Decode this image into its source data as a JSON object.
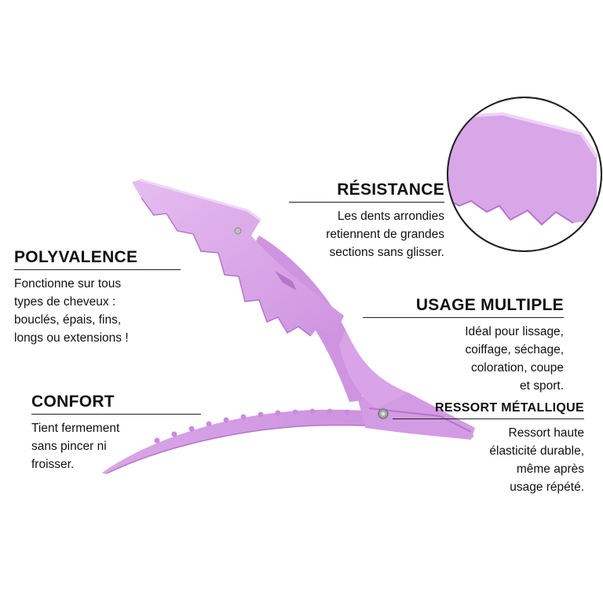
{
  "colors": {
    "clip_main": "#d79fe6",
    "clip_light": "#e9c3f2",
    "clip_dark": "#b576c9",
    "text": "#111111"
  },
  "icons": [
    "hair-clip-illustration",
    "magnifier-circle-icon"
  ],
  "resistance": {
    "title": "RÉSISTANCE",
    "lines": [
      "Les dents arrondies",
      "retiennent de grandes",
      "sections sans glisser."
    ]
  },
  "polyvalence": {
    "title": "POLYVALENCE",
    "lines": [
      "Fonctionne sur tous",
      "types de cheveux :",
      "bouclés, épais, fins,",
      "longs ou extensions !"
    ]
  },
  "usage": {
    "title": "USAGE MULTIPLE",
    "lines": [
      "Idéal pour lissage,",
      "coiffage, séchage,",
      "coloration, coupe",
      "et sport."
    ]
  },
  "confort": {
    "title": "CONFORT",
    "lines": [
      "Tient fermement",
      "sans pincer ni",
      "froisser."
    ]
  },
  "ressort": {
    "title": "RESSORT MÉTALLIQUE",
    "lines": [
      "Ressort haute",
      "élasticité durable,",
      "même après",
      "usage répété."
    ]
  }
}
